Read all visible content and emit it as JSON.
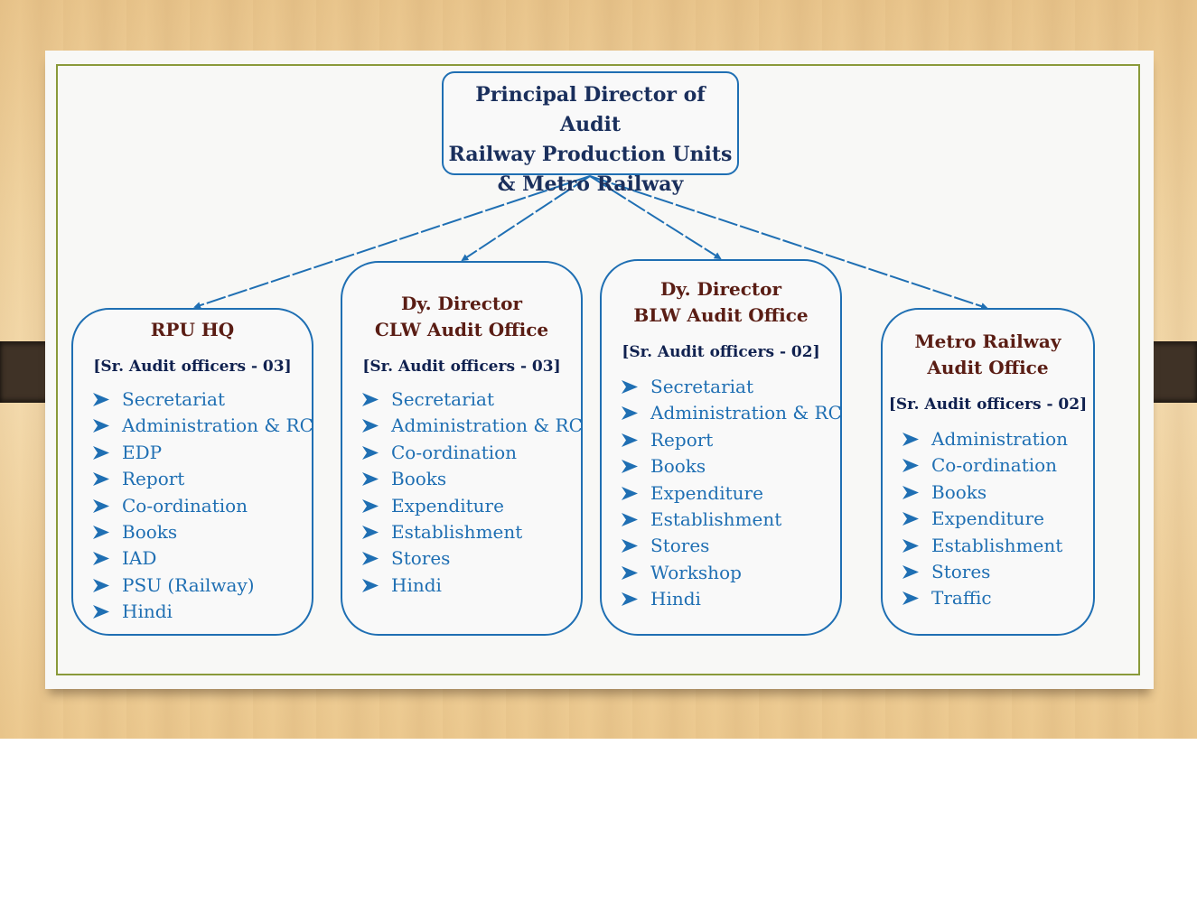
{
  "root": {
    "lines": [
      "Principal Director of Audit",
      "Railway Production Units",
      "& Metro Railway"
    ]
  },
  "units": [
    {
      "title_lines": [
        "RPU HQ"
      ],
      "officers": "[Sr. Audit officers - 03]",
      "items": [
        "Secretariat",
        "Administration & RC",
        "EDP",
        "Report",
        "Co-ordination",
        "Books",
        "IAD",
        "PSU (Railway)",
        "Hindi"
      ]
    },
    {
      "title_lines": [
        "Dy. Director",
        "CLW Audit Office"
      ],
      "officers": "[Sr. Audit officers - 03]",
      "items": [
        "Secretariat",
        "Administration & RC",
        "Co-ordination",
        "Books",
        "Expenditure",
        "Establishment",
        "Stores",
        "Hindi"
      ]
    },
    {
      "title_lines": [
        "Dy. Director",
        "BLW Audit Office"
      ],
      "officers": "[Sr. Audit officers - 02]",
      "items": [
        "Secretariat",
        "Administration & RC",
        "Report",
        "Books",
        "Expenditure",
        "Establishment",
        "Stores",
        "Workshop",
        "Hindi"
      ]
    },
    {
      "title_lines": [
        "Metro Railway",
        "Audit Office"
      ],
      "officers": "[Sr. Audit officers - 02]",
      "items": [
        "Administration",
        "Co-ordination",
        "Books",
        "Expenditure",
        "Establishment",
        "Stores",
        "Traffic"
      ]
    }
  ],
  "colors": {
    "border": "#1f6fb3",
    "title": "#5a1d14",
    "items": "#1f6fb3",
    "frame": "#8a9a3a"
  },
  "icons": {
    "bullet": "arrow-bullet-icon"
  }
}
